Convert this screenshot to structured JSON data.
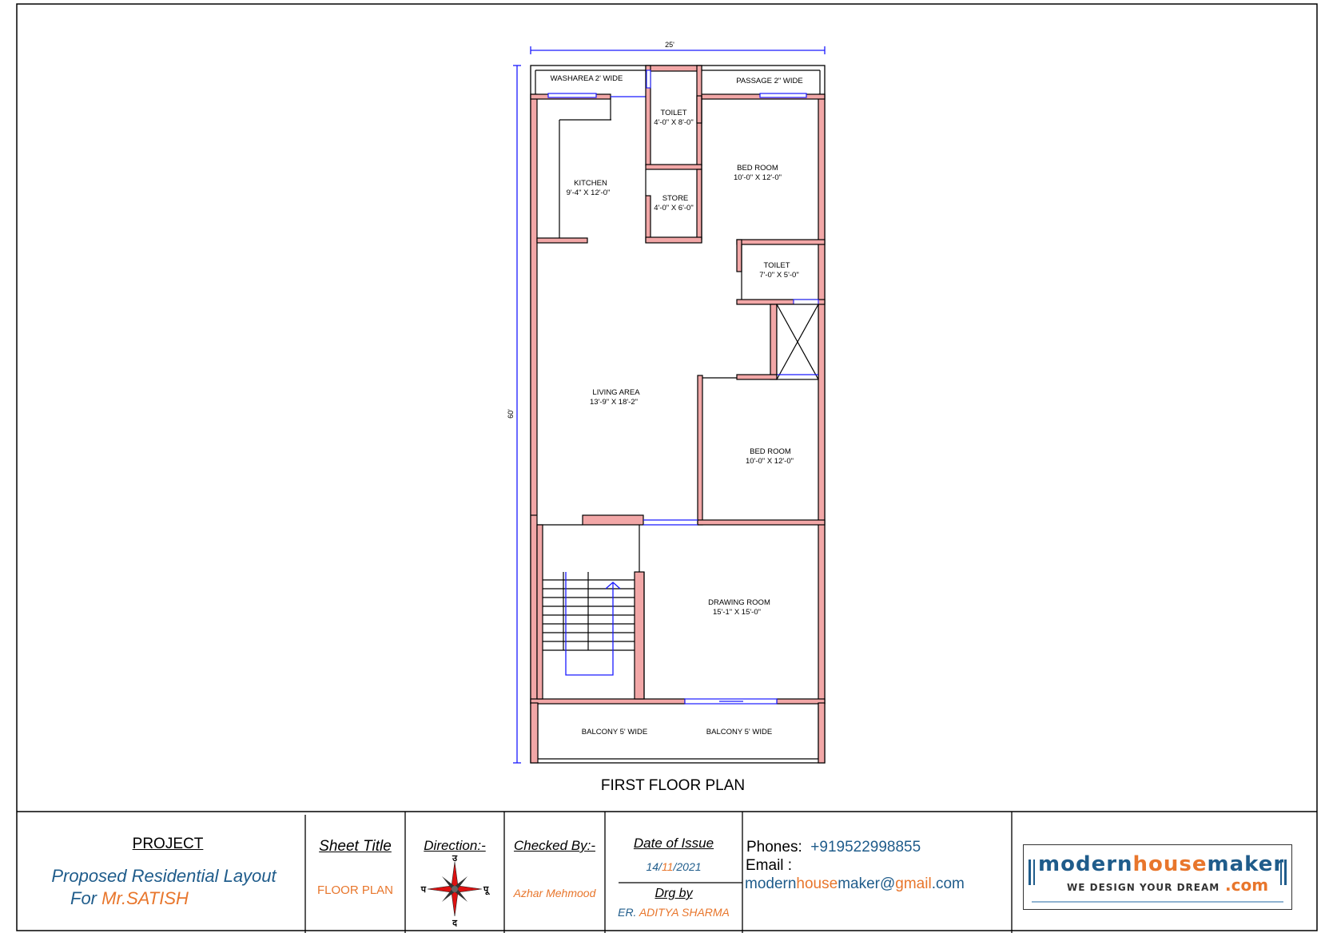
{
  "drawing": {
    "title": "FIRST FLOOR PLAN",
    "dim_width": "25'",
    "dim_length": "60'",
    "rooms": {
      "washarea": "WASHAREA 2' WIDE",
      "passage": "PASSAGE 2\" WIDE",
      "toilet1_name": "TOILET",
      "toilet1_size": "4'-0\" X 8'-0\"",
      "bed1_name": "BED ROOM",
      "bed1_size": "10'-0\" X 12'-0\"",
      "kitchen_name": "KITCHEN",
      "kitchen_size": "9'-4\" X 12'-0\"",
      "store_name": "STORE",
      "store_size": "4'-0\" X 6'-0\"",
      "toilet2_name": "TOILET",
      "toilet2_size": "7'-0\" X 5'-0\"",
      "living_name": "LIVING AREA",
      "living_size": "13'-9\" X 18'-2\"",
      "bed2_name": "BED ROOM",
      "bed2_size": "10'-0\" X 12'-0\"",
      "drawing_name": "DRAWING ROOM",
      "drawing_size": "15'-1\" X 15'-0\"",
      "balcony1": "BALCONY 5' WIDE",
      "balcony2": "BALCONY 5' WIDE"
    }
  },
  "titleblock": {
    "project_label": "PROJECT",
    "project_line1": "Proposed Residential Layout",
    "project_for": "For ",
    "project_client": "Mr.SATISH",
    "sheet_title_label": "Sheet Title",
    "sheet_title_value": "FLOOR PLAN",
    "direction_label": "Direction:-",
    "compass": {
      "n": "उ",
      "s": "द",
      "e": "पू",
      "w": "प"
    },
    "checked_label": "Checked By:-",
    "checked_value": "Azhar Mehmood",
    "date_label": "Date of Issue",
    "date_day": "14/",
    "date_month": "11",
    "date_year": "/2021",
    "drg_label": "Drg by",
    "drg_prefix": "ER.",
    "drg_name": "ADITYA SHARMA",
    "phones_label": "Phones:",
    "phones_value": "+919522998855",
    "email_label": "Email :",
    "email_part1": "modern",
    "email_part2": "house",
    "email_part3": "maker@",
    "email_part4": "gmail",
    "email_part5": ".com",
    "logo_modern": "modern",
    "logo_house": "house",
    "logo_maker": "maker",
    "logo_tagline": "WE DESIGN YOUR DREAM",
    "logo_com": ".com"
  },
  "colors": {
    "wall": "#f2a7a7",
    "window": "#1a1aff",
    "accent_orange": "#e8762c",
    "accent_navy": "#1f5c8b"
  }
}
